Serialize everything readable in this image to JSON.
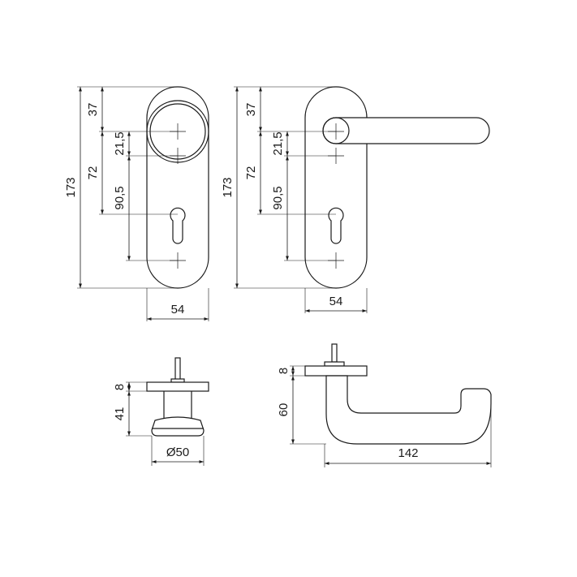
{
  "colors": {
    "line": "#1a1a1a",
    "background": "#ffffff"
  },
  "dims": {
    "left_total": "173",
    "left_top": "37",
    "left_rose_to_key": "72",
    "left_rose_to_hole": "21,5",
    "left_rose_to_screw": "90,5",
    "left_width": "54",
    "right_total": "173",
    "right_top": "37",
    "right_lever_to_key": "72",
    "right_lever_to_hole": "21,5",
    "right_lever_to_screw": "90,5",
    "right_width": "54",
    "knob_plate": "8",
    "knob_depth": "41",
    "knob_diameter": "Ø50",
    "lever_plate": "8",
    "lever_height": "60",
    "lever_length": "142"
  }
}
